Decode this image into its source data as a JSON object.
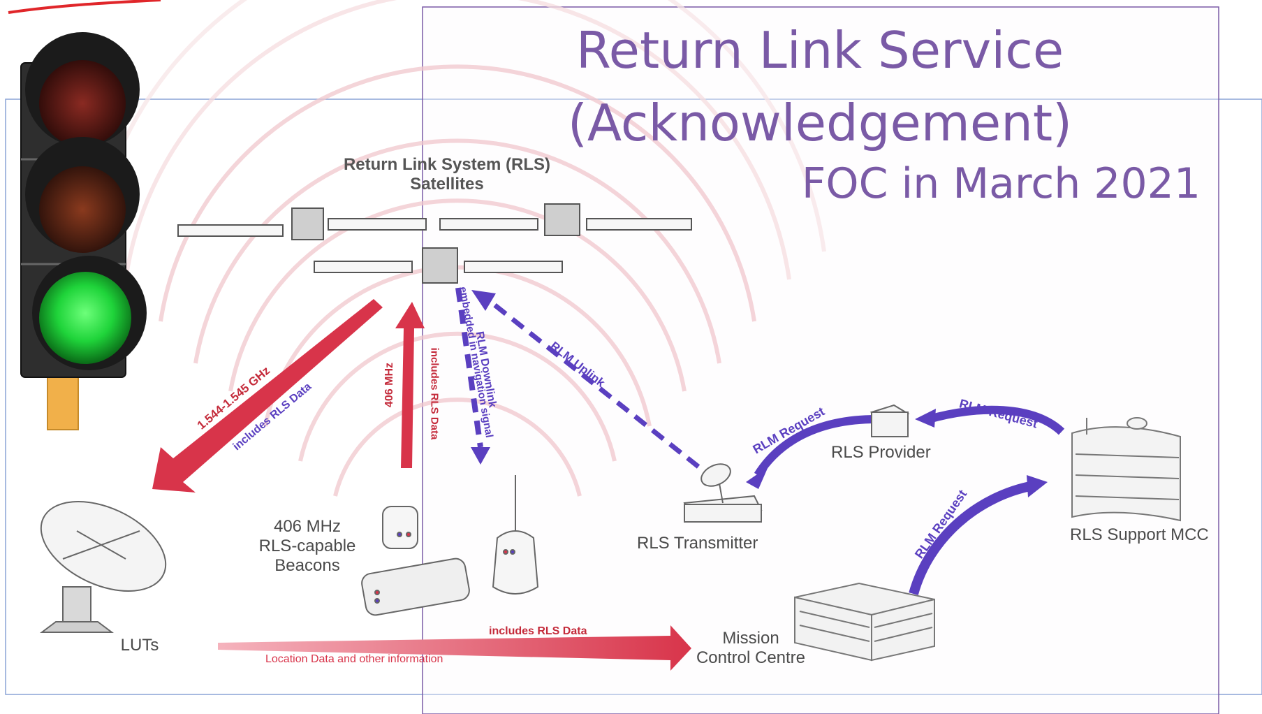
{
  "slide": {
    "title_line1": "Return Link Service",
    "title_line2": "(Acknowledgement)",
    "subtitle": "FOC in March 2021"
  },
  "diagram": {
    "satellites_label_line1": "Return Link System (RLS)",
    "satellites_label_line2": "Satellites",
    "link_downlink_freq": "1.544-1.545 GHz",
    "link_downlink_data": "includes RLS Data",
    "link_uplink_freq": "406 MHz",
    "link_uplink_data": "includes RLS Data",
    "rlm_downlink_line1": "RLM Downlink",
    "rlm_downlink_line2": "embedded in navigation signal",
    "rlm_uplink": "RLM Uplink",
    "beacons_label_line1": "406 MHz",
    "beacons_label_line2": "RLS-capable",
    "beacons_label_line3": "Beacons",
    "luts_label": "LUTs",
    "mission_control_line1": "Mission",
    "mission_control_line2": "Control Centre",
    "ground_link_top": "includes RLS Data",
    "ground_link_bottom": "Location Data and other information",
    "rls_transmitter": "RLS Transmitter",
    "rls_provider": "RLS Provider",
    "rls_support_mcc": "RLS Support MCC",
    "rlm_request_1": "RLM Request",
    "rlm_request_2": "RLM Request",
    "rlm_request_3": "RLM Request"
  },
  "colors": {
    "title": "#7a5aa6",
    "red_arrow": "#d8344a",
    "purple_arrow": "#5a3fc0",
    "traffic_green": "#22d63a"
  },
  "icons": [
    "traffic-light-icon",
    "satellite-icon",
    "satellite-dish-icon",
    "beacon-icon",
    "building-icon",
    "server-icon"
  ]
}
